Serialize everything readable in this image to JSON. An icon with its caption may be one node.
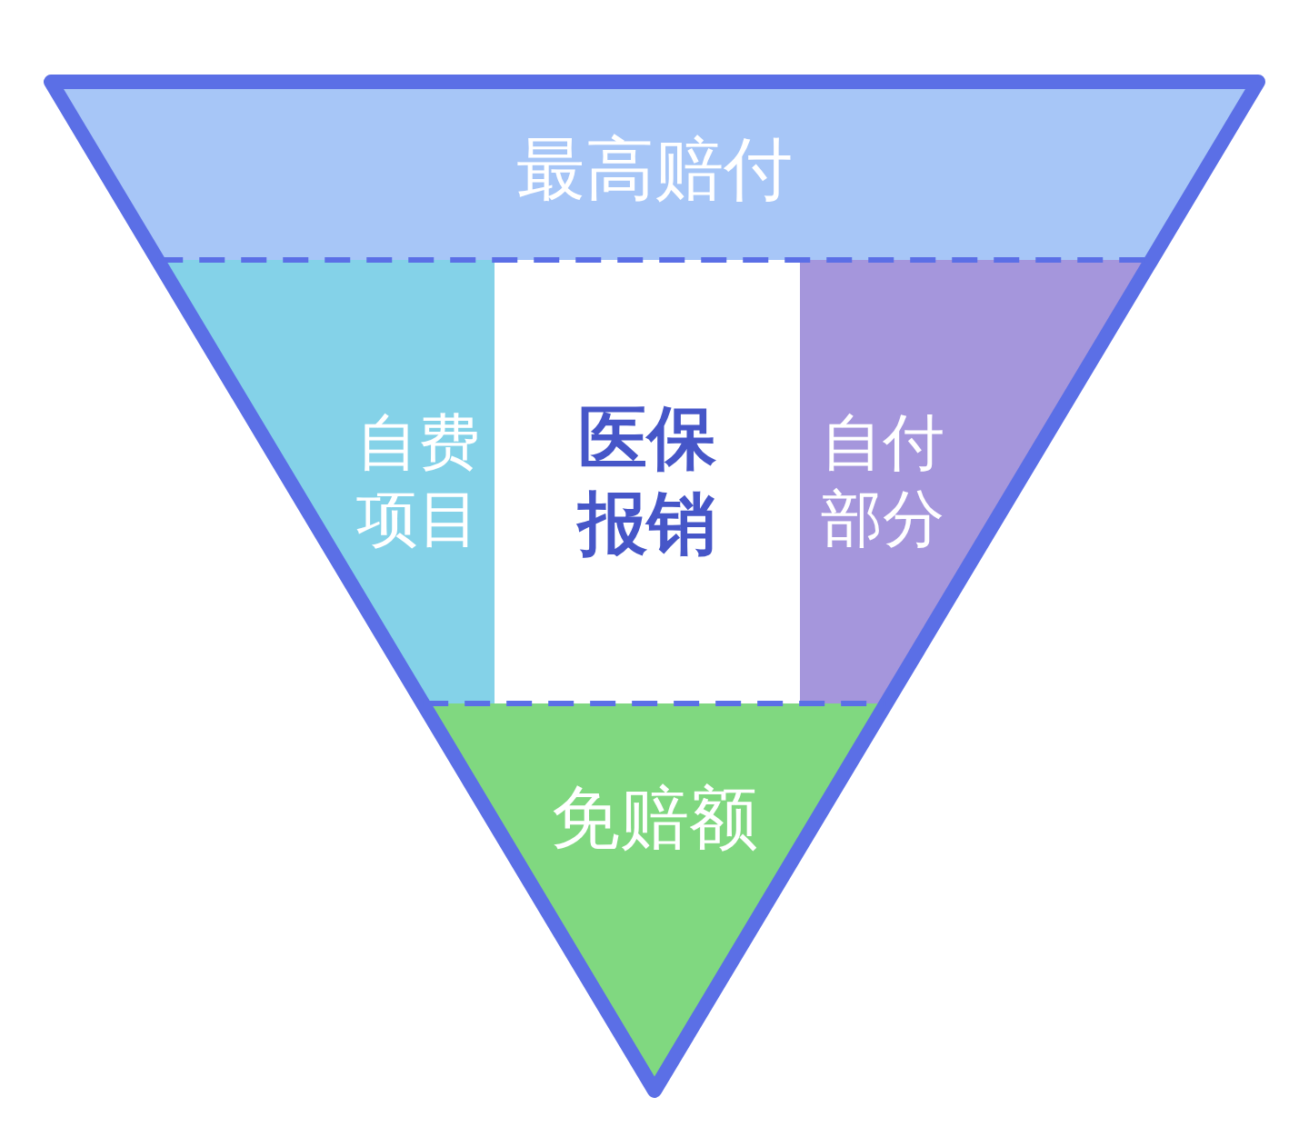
{
  "diagram": {
    "nodes": [
      {
        "text": [],
        "shape": "triangle"
      },
      {
        "text": [
          "最高赔付"
        ],
        "in": 0
      },
      {
        "text": [
          "自费项目"
        ],
        "in": 0
      },
      {
        "text": [
          "医保报销"
        ],
        "in": 0
      },
      {
        "text": [
          "自付部分"
        ],
        "in": 0
      },
      {
        "text": [
          "免赔额"
        ],
        "in": 0
      }
    ],
    "edges": []
  }
}
